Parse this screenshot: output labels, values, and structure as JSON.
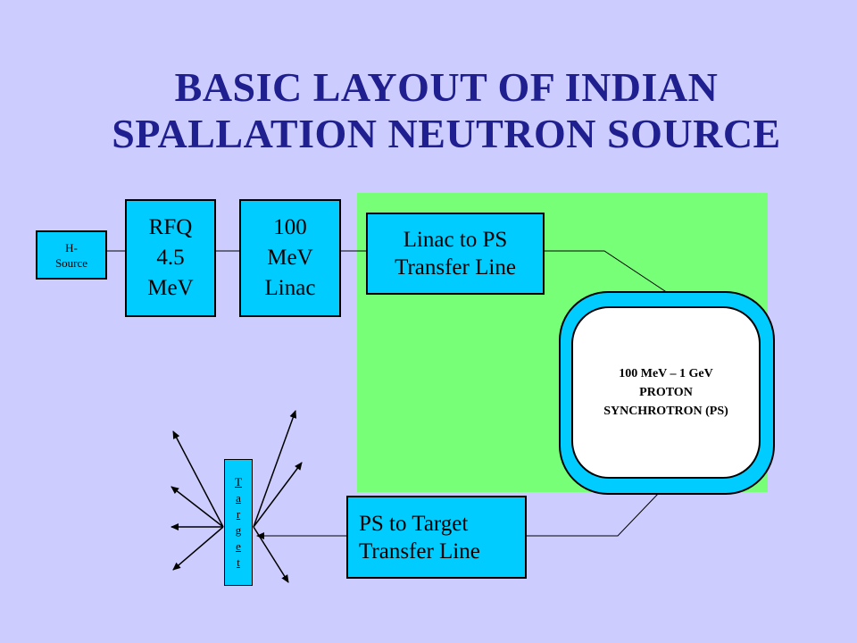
{
  "title": {
    "line1": "BASIC LAYOUT OF INDIAN",
    "line2": "SPALLATION NEUTRON SOURCE"
  },
  "blocks": {
    "h_source": "H- Source",
    "rfq": "RFQ 4.5 MeV",
    "linac": "100 MeV Linac",
    "linac_ps_line": "Linac to PS Transfer Line",
    "synchrotron": {
      "line1": "100 MeV – 1 GeV",
      "line2": "PROTON",
      "line3": "SYNCHROTRON  (PS)"
    },
    "ps_target_line": "PS to Target Transfer Line",
    "target": "Target"
  },
  "colors": {
    "background": "#ccccff",
    "title": "#1f1f8f",
    "block": "#00ccff",
    "zone": "#78ff78",
    "ring_center": "#ffffff"
  }
}
